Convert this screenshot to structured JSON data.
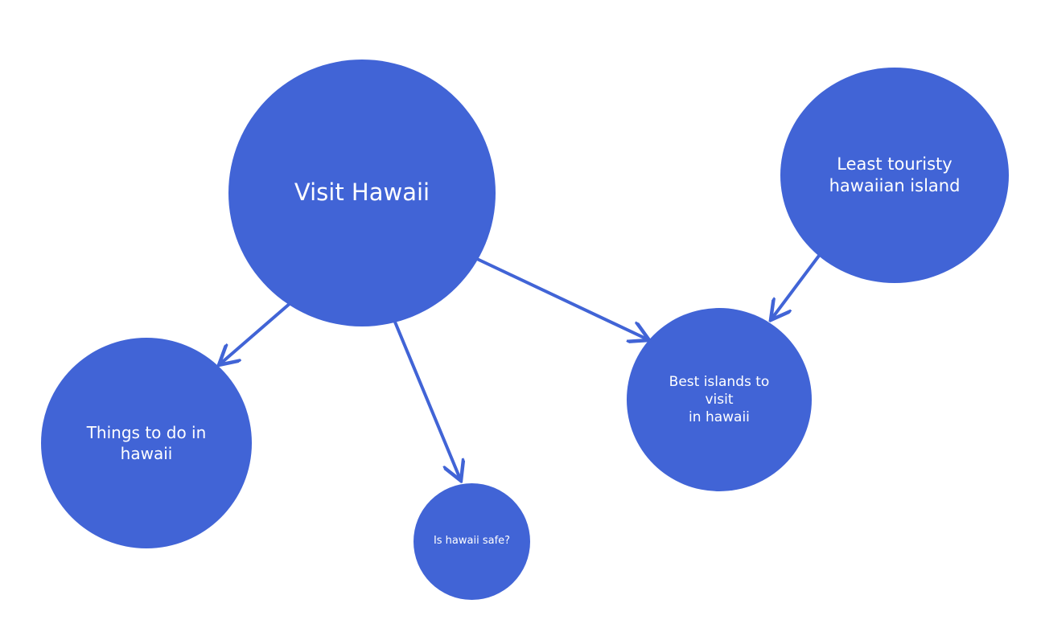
{
  "colors": {
    "node_fill": "#4164d6",
    "edge": "#4164d6",
    "background": "#ffffff",
    "text": "#ffffff"
  },
  "nodes": {
    "visit_hawaii": "Visit Hawaii",
    "least_touristy": "Least touristy\nhawaiian island",
    "best_islands": "Best islands to\nvisit\nin hawaii",
    "things_to_do": "Things to do in\nhawaii",
    "is_safe": "Is hawaii safe?"
  },
  "edges": [
    {
      "from": "visit_hawaii",
      "to": "things_to_do"
    },
    {
      "from": "visit_hawaii",
      "to": "is_safe"
    },
    {
      "from": "visit_hawaii",
      "to": "best_islands"
    },
    {
      "from": "least_touristy",
      "to": "best_islands"
    }
  ]
}
